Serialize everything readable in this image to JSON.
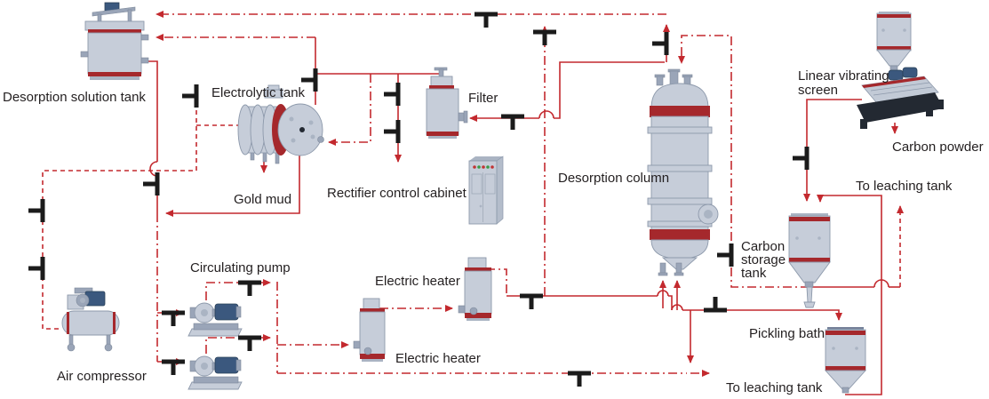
{
  "diagram": {
    "colors": {
      "pipe": "#c3292e",
      "valve": "#1b1b1b",
      "vessel": "#c6cdd9",
      "vessel_stroke": "#8d99ab",
      "band": "#a5282c",
      "text": "#231f20",
      "motor": "#3b587e"
    },
    "labels": {
      "desorption_solution_tank": "Desorption solution tank",
      "electrolytic_tank": "Electrolytic tank",
      "gold_mud": "Gold mud",
      "rectifier_control_cabinet": "Rectifier control cabinet",
      "filter": "Filter",
      "desorption_column": "Desorption column",
      "linear_vibrating_screen_line1": "Linear vibrating",
      "linear_vibrating_screen_line2": "screen",
      "carbon_powder": "Carbon powder",
      "to_leaching_tank_top": "To leaching tank",
      "carbon_storage_tank_line1": "Carbon",
      "carbon_storage_tank_line2": "storage",
      "carbon_storage_tank_line3": "tank",
      "pickling_bath": "Pickling bath",
      "electric_heater_upper": "Electric heater",
      "electric_heater_lower": "Electric heater",
      "circulating_pump": "Circulating pump",
      "air_compressor": "Air compressor",
      "to_leaching_tank_bottom": "To leaching tank"
    }
  }
}
